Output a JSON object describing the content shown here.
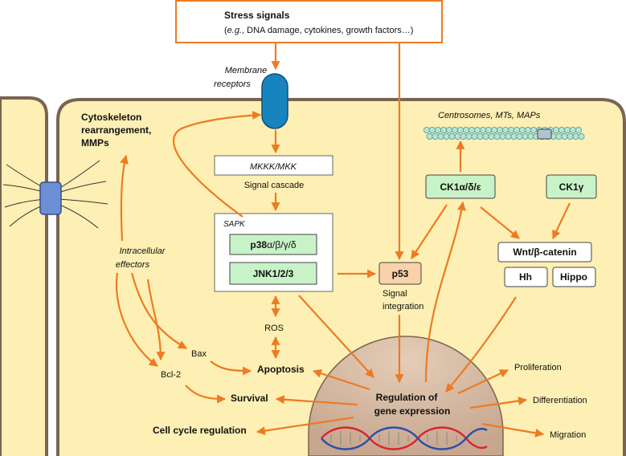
{
  "stress": {
    "title": "Stress signals",
    "eg": "e.g.",
    "detail": ", DNA damage, cytokines, growth factors…)"
  },
  "membrane_receptors": [
    "Membrane",
    "receptors"
  ],
  "mkkk": "MKKK/MKK",
  "signal_cascade": "Signal cascade",
  "sapk": {
    "title": "SAPK",
    "p38_main": "p38",
    "p38_sub": "α/β/γ/δ",
    "jnk": "JNK1/2/3"
  },
  "ros": "ROS",
  "cytoskeleton": [
    "Cytoskeleton",
    "rearrangement,",
    "MMPs"
  ],
  "intracellular_effectors": [
    "Intracellular",
    "effectors"
  ],
  "bax": "Bax",
  "bcl2": "Bcl-2",
  "apoptosis": "Apoptosis",
  "survival": "Survival",
  "cell_cycle": "Cell cycle regulation",
  "p53": "p53",
  "signal_integration": [
    "Signal",
    "integration"
  ],
  "centrosomes": "Centrosomes, MTs, MAPs",
  "ck1a": "CK1α/δ/ε",
  "ck1g": "CK1γ",
  "wnt": "Wnt/β-catenin",
  "hh": "Hh",
  "hippo": "Hippo",
  "gene_regulation": [
    "Regulation of",
    "gene expression"
  ],
  "outputs": {
    "proliferation": "Proliferation",
    "differentiation": "Differentiation",
    "migration": "Migration"
  },
  "colors": {
    "arrow": "#EE7A22",
    "cell_fill": "#FEF0B4",
    "cell_border": "#7A6450",
    "box_green": "#C8F2C8",
    "p53_fill": "#F9D2AA",
    "receptor": "#1784C0",
    "junction": "#6C8FD6",
    "nucleus": "#D1B39D"
  }
}
